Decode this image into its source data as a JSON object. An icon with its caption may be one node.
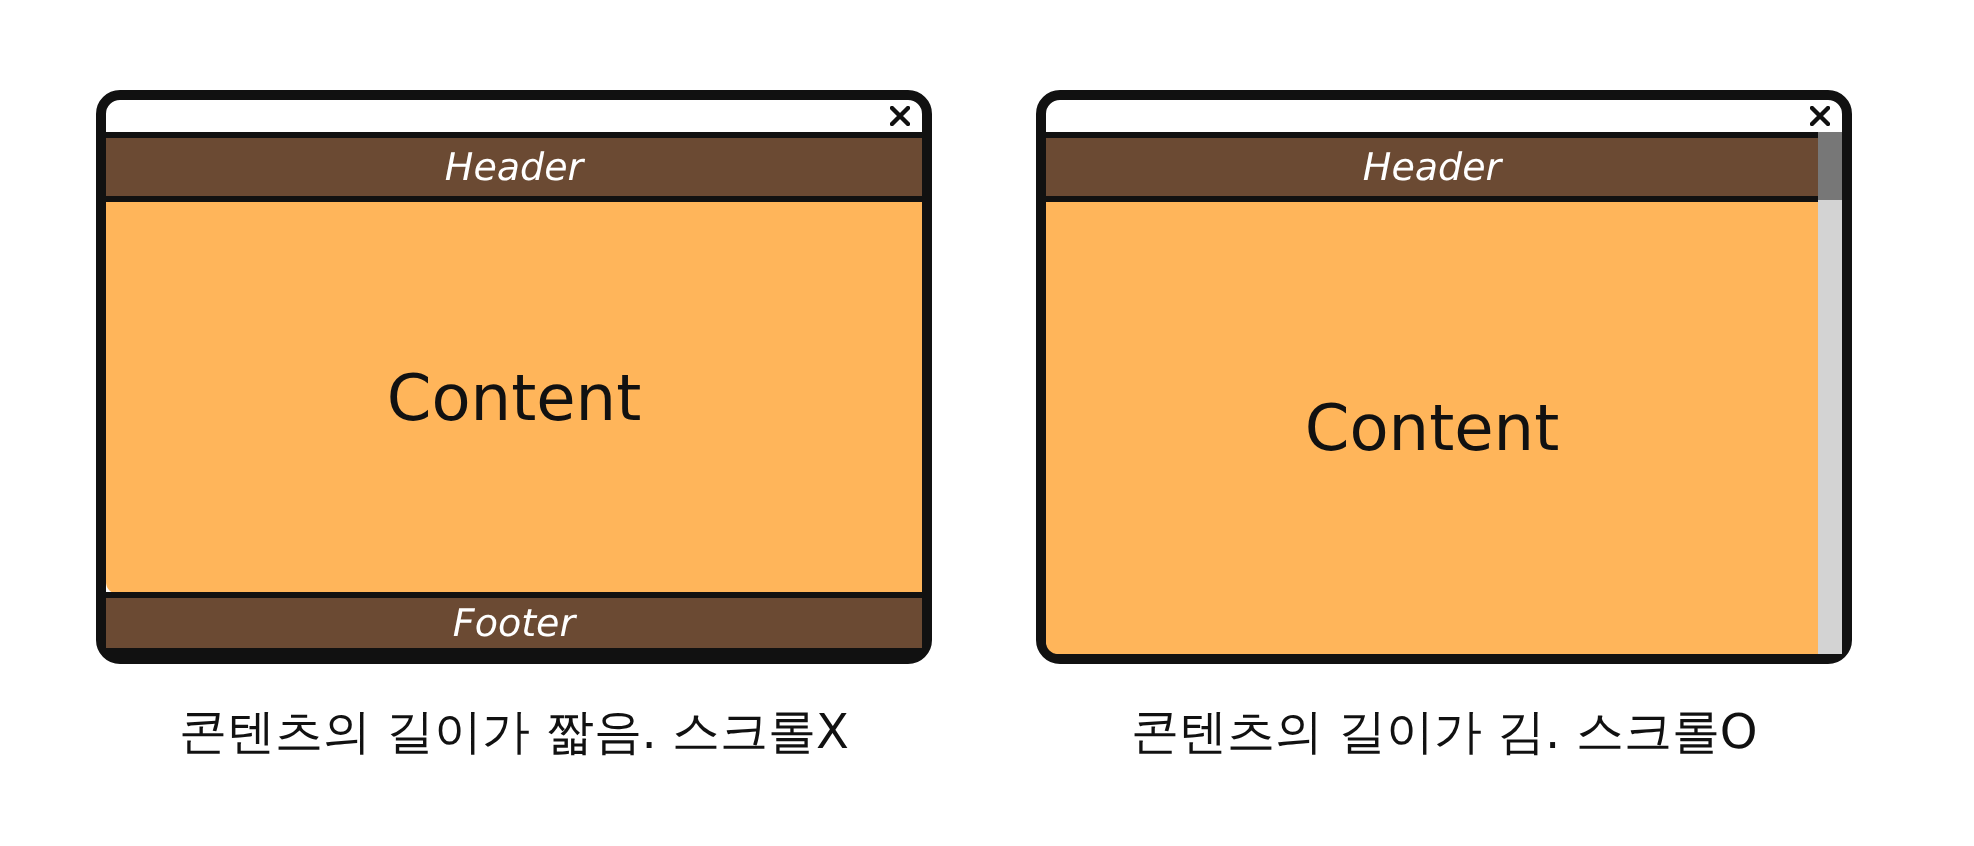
{
  "diagram": {
    "nodes": [
      {
        "text": [],
        "shape": "box"
      },
      {
        "text": [
          "Header"
        ],
        "in": 0
      },
      {
        "text": [
          "Content"
        ],
        "in": 0
      },
      {
        "text": [
          "Footer"
        ],
        "in": 0
      },
      {
        "text": [],
        "shape": "box"
      },
      {
        "text": [
          "Header"
        ],
        "in": 4
      },
      {
        "text": [
          "Content"
        ],
        "in": 4
      }
    ],
    "labels": [
      "콘텐츠의 길이가 짧음. 스크롤X",
      "콘텐츠의 길이가 김. 스크롤O"
    ]
  }
}
